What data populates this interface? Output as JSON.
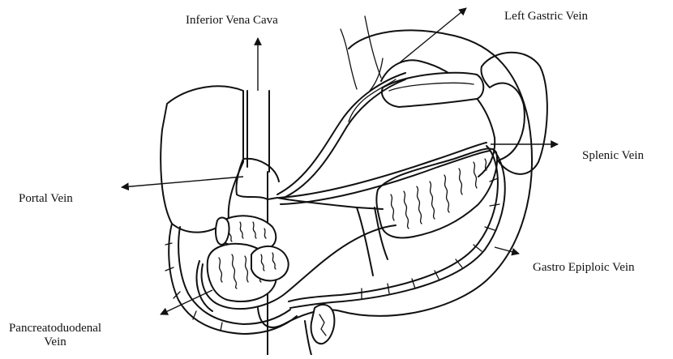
{
  "diagram": {
    "labels": {
      "inferior_vena_cava": "Inferior Vena Cava",
      "left_gastric_vein": "Left Gastric Vein",
      "splenic_vein": "Splenic Vein",
      "portal_vein": "Portal Vein",
      "gastro_epiploic_vein": "Gastro Epiploic Vein",
      "pancreatoduodenal_vein_line1": "Pancreatoduodenal",
      "pancreatoduodenal_vein_line2": "Vein"
    }
  }
}
